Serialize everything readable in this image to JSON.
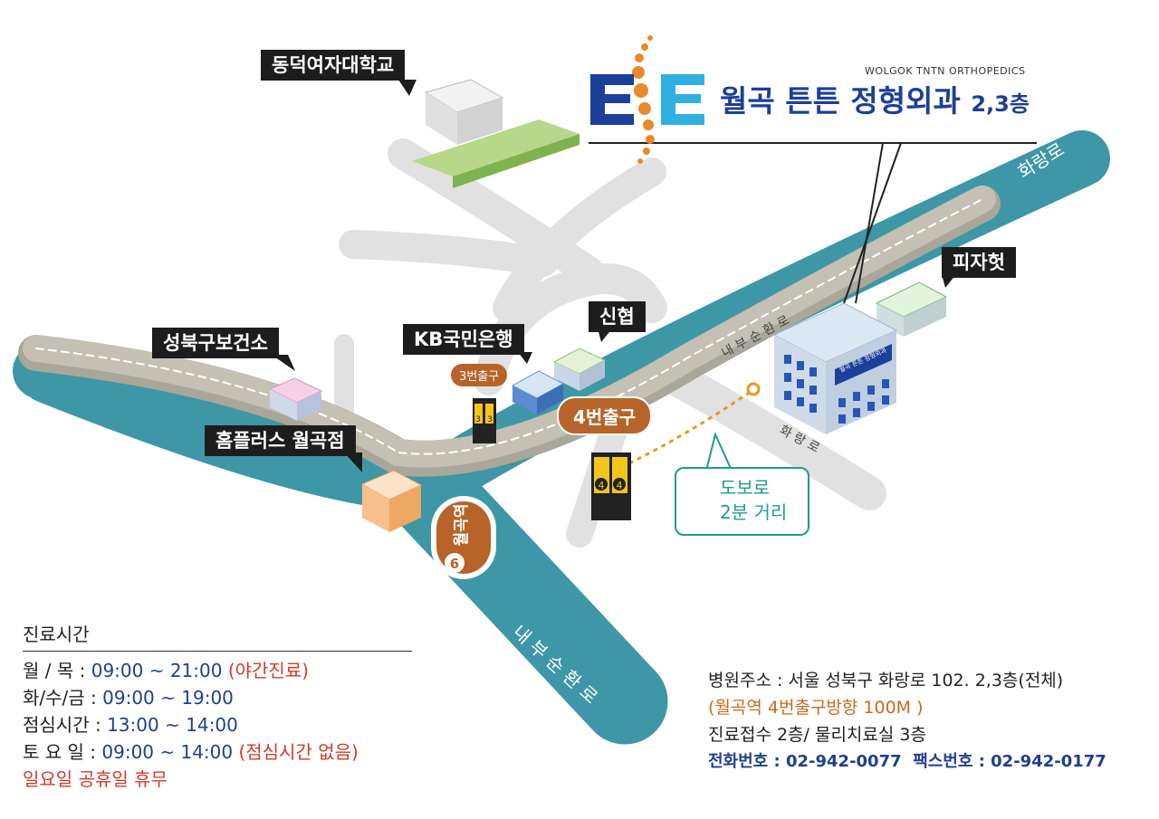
{
  "hospital": {
    "name": "월곡 튼튼 정형외과",
    "floors": "2,3층",
    "name_en": "WOLGOK TNTN ORTHOPEDICS",
    "building_sign": "월곡 튼튼 정형외과"
  },
  "landmarks": {
    "university": "동덕여자대학교",
    "health_center": "성북구보건소",
    "kb_bank": "KB국민은행",
    "shinhyup": "신협",
    "pizza_hut": "피자헛",
    "homeplus": "홈플러스 월곡점"
  },
  "roads": {
    "hwarangro_main": "화랑로",
    "hwarangro_small": "화 랑 로",
    "naebusunhwanro_upper": "내 부 순 환 로",
    "naebusunhwanro_lower": "내 부 순 환 로"
  },
  "station": {
    "name": "월곡역",
    "line": "6",
    "exit3_label": "3번출구",
    "exit3_num": "3",
    "exit4_label": "4번출구",
    "exit4_num": "4"
  },
  "walk": {
    "line1": "도보로",
    "line2": "2분 거리"
  },
  "hours": {
    "title": "진료시간",
    "rows": [
      {
        "day": "월  /  목 : ",
        "time": "09:00 ~ 21:00",
        "note": " (야간진료)"
      },
      {
        "day": "화/수/금 : ",
        "time": "09:00 ~ 19:00",
        "note": ""
      },
      {
        "day": "점심시간 : ",
        "time": "13:00 ~ 14:00",
        "note": ""
      },
      {
        "day": "토 요 일 : ",
        "time": "09:00 ~ 14:00",
        "note": " (점심시간 없음)"
      }
    ],
    "closed": "일요일 공휴일 휴무"
  },
  "address": {
    "line1": "병원주소 : 서울 성북구 화랑로 102. 2,3층(전체)",
    "line2": "(월곡역 4번출구방향 100M )",
    "line3": "진료접수 2층/ 물리치료실 3층",
    "phone": "전화번호 : 02-942-0077",
    "fax": "팩스번호 : 02-942-0177"
  },
  "colors": {
    "teal_road": "#3e97a6",
    "gray_road": "#c4c1b4",
    "orange": "#b7632a",
    "navy": "#1c3f9a",
    "walk_teal": "#1f9b8f"
  }
}
